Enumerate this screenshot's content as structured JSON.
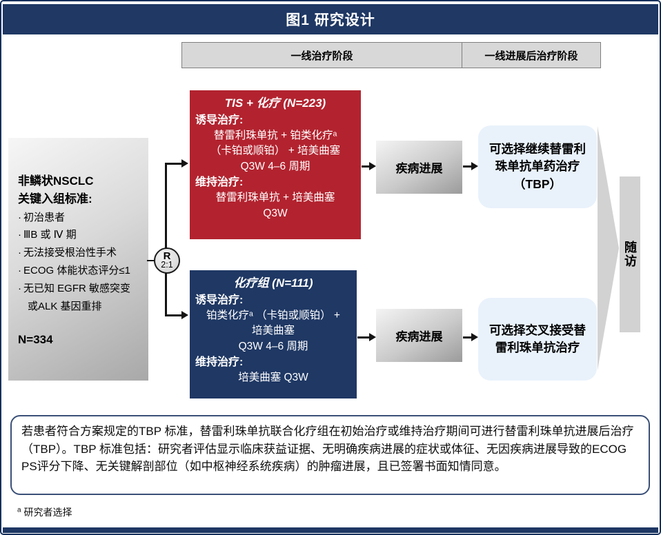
{
  "title": "图1  研究设计",
  "phase_header": {
    "first_line": "一线治疗阶段",
    "post_progression": "一线进展后治疗阶段"
  },
  "patients": {
    "title": "非鳞状NSCLC",
    "subtitle": "关键入组标准:",
    "bullet_char": "·",
    "bullets": [
      "初治患者",
      "ⅢB 或 Ⅳ 期",
      "无法接受根治性手术",
      "ECOG 体能状态评分≤1",
      "无已知 EGFR 敏感突变"
    ],
    "bullet_cont": "或ALK 基因重排",
    "n": "N=334"
  },
  "randomization": {
    "label": "R",
    "ratio": "2:1"
  },
  "tis_arm": {
    "title": "TIS + 化疗 (N=223)",
    "induction_label": "诱导治疗:",
    "induction_lines": [
      "替雷利珠单抗 + 铂类化疗ᵃ",
      "（卡铂或顺铂） + 培美曲塞",
      "Q3W 4–6 周期"
    ],
    "maintenance_label": "维持治疗:",
    "maintenance_lines": [
      "替雷利珠单抗 + 培美曲塞",
      "Q3W"
    ]
  },
  "chemo_arm": {
    "title": "化疗组 (N=111)",
    "induction_label": "诱导治疗:",
    "induction_lines": [
      "铂类化疗ᵃ （卡铂或顺铂） +",
      "培美曲塞",
      "Q3W 4–6 周期"
    ],
    "maintenance_label": "维持治疗:",
    "maintenance_lines": [
      "培美曲塞 Q3W"
    ]
  },
  "progression": {
    "top": "疾病进展",
    "bottom": "疾病进展"
  },
  "tbp": {
    "top": "可选择继续替雷利珠单抗单药治疗（TBP）",
    "bottom": "可选择交叉接受替雷利珠单抗治疗"
  },
  "followup": "随访",
  "footnote_box": "若患者符合方案规定的TBP 标准，替雷利珠单抗联合化疗组在初始治疗或维持治疗期间可进行替雷利珠单抗进展后治疗（TBP）。TBP 标准包括：研究者评估显示临床获益证据、无明确疾病进展的症状或体征、无因疾病进展导致的ECOG PS评分下降、无关键解剖部位（如中枢神经系统疾病）的肿瘤进展，且已签署书面知情同意。",
  "footnote_a": {
    "marker": "a",
    "text": "研究者选择"
  },
  "colors": {
    "navy": "#1F3864",
    "red": "#B2232F",
    "light_blue": "#E9F2FB",
    "gray": "#D2D2D2",
    "header_gray": "#D8D8D8"
  }
}
